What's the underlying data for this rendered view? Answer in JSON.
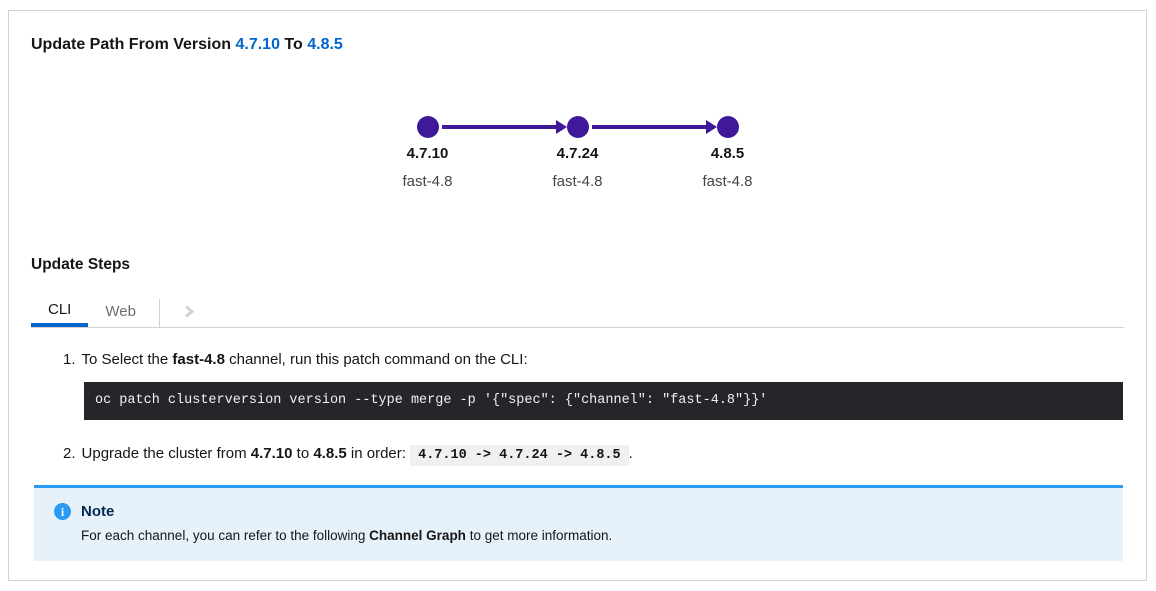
{
  "colors": {
    "accent": "#0066cc",
    "node": "#40199a",
    "note_border": "#2b9af3",
    "note_bg": "#e7f1fa",
    "code_bg": "#24262a"
  },
  "header": {
    "title_prefix": "Update Path From Version ",
    "from_version": "4.7.10",
    "title_middle": " To ",
    "to_version": "4.8.5"
  },
  "graph": {
    "nodes": [
      {
        "version": "4.7.10",
        "channel": "fast-4.8"
      },
      {
        "version": "4.7.24",
        "channel": "fast-4.8"
      },
      {
        "version": "4.8.5",
        "channel": "fast-4.8"
      }
    ]
  },
  "steps_section": {
    "title": "Update Steps",
    "tabs": [
      {
        "label": "CLI"
      },
      {
        "label": "Web"
      }
    ],
    "scroll_icon": "chevron-right"
  },
  "steps": {
    "step1": {
      "number": "1.",
      "text_before": "To Select the ",
      "channel": "fast-4.8",
      "text_after": " channel, run this patch command on the CLI:",
      "command": "oc patch clusterversion version --type merge -p '{\"spec\": {\"channel\": \"fast-4.8\"}}'"
    },
    "step2": {
      "number": "2.",
      "text_before": "Upgrade the cluster from ",
      "from_version": "4.7.10",
      "text_middle": " to ",
      "to_version": "4.8.5",
      "text_after": " in order: ",
      "order_code": "4.7.10 -> 4.7.24 -> 4.8.5",
      "text_end": "."
    }
  },
  "note": {
    "icon": "info-circle",
    "title": "Note",
    "body_before": "For each channel, you can refer to the following ",
    "emphasis": "Channel Graph",
    "body_after": " to get more information."
  }
}
